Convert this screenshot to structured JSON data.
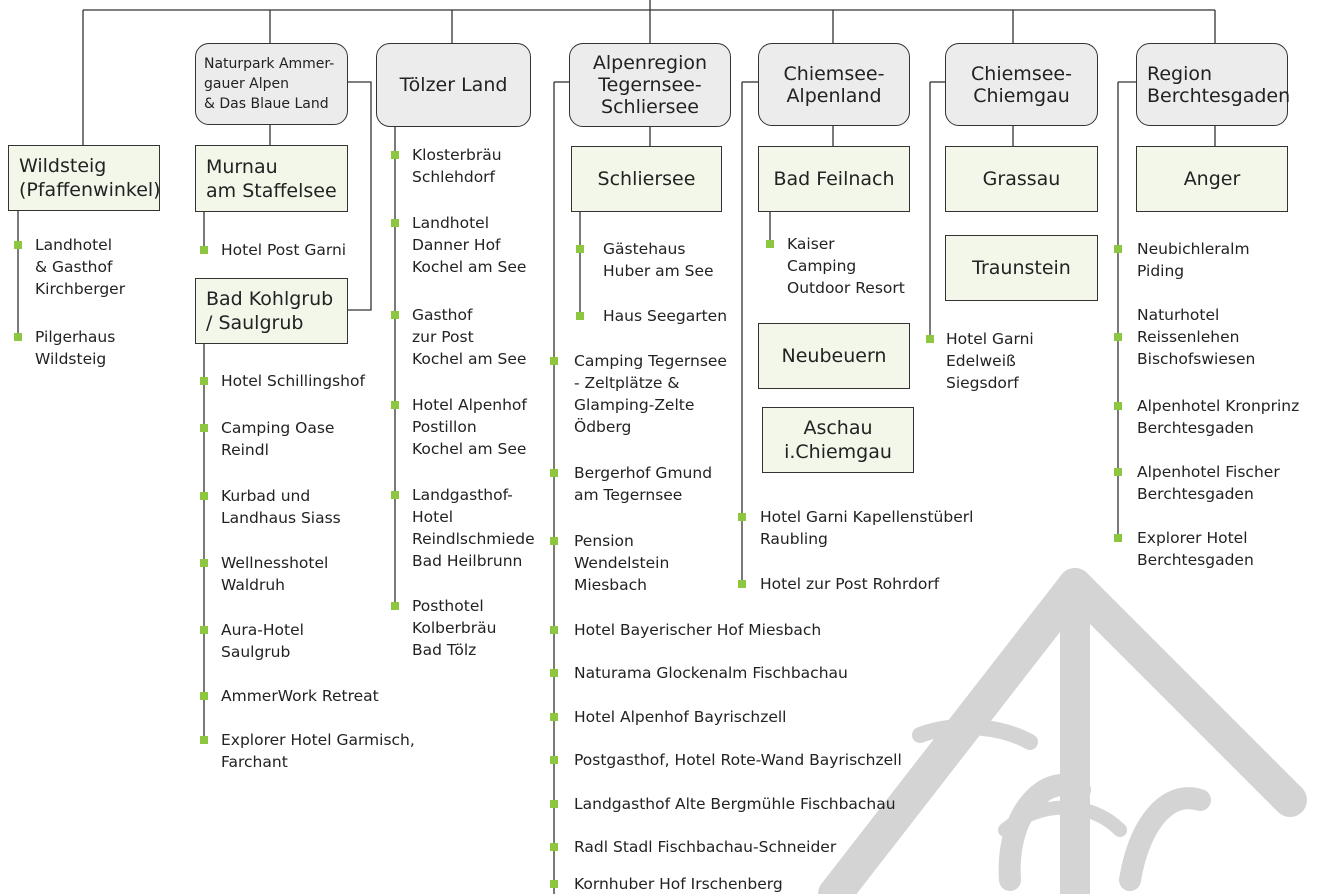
{
  "columns": [
    {
      "location": "Wildsteig\n(Pfaffenwinkel)",
      "hotels": [
        "Landhotel\n& Gasthof\nKirchberger",
        "Pilgerhaus\nWildsteig"
      ]
    },
    {
      "region": "Naturpark Ammer-\ngauer Alpen\n& Das Blaue Land",
      "locations": [
        {
          "name": "Murnau\nam Staffelsee",
          "hotels": [
            "Hotel Post Garni"
          ]
        },
        {
          "name": "Bad Kohlgrub\n/ Saulgrub",
          "hotels": [
            "Hotel Schillingshof",
            "Camping Oase\nReindl",
            "Kurbad und\nLandhaus Siass",
            "Wellnesshotel\nWaldruh",
            "Aura-Hotel\nSaulgrub",
            "AmmerWork Retreat",
            "Explorer Hotel Garmisch,\nFarchant"
          ]
        }
      ]
    },
    {
      "region": "Tölzer Land",
      "hotels": [
        "Klosterbräu\nSchlehdorf",
        "Landhotel\nDanner Hof\nKochel am See",
        "Gasthof\nzur Post\nKochel am See",
        "Hotel Alpenhof\nPostillon\nKochel am See",
        "Landgasthof-\nHotel\nReindlschmiede\nBad Heilbrunn",
        "Posthotel\nKolberbräu\nBad Tölz"
      ]
    },
    {
      "region": "Alpenregion\nTegernsee-\nSchliersee",
      "locations": [
        {
          "name": "Schliersee",
          "hotels": [
            "Gästehaus\nHuber am See",
            "Haus Seegarten"
          ]
        }
      ],
      "hotels": [
        "Camping Tegernsee\n- Zeltplätze &\nGlamping-Zelte\nÖdberg",
        "Bergerhof Gmund\nam Tegernsee",
        "Pension\nWendelstein\nMiesbach",
        "Hotel Bayerischer Hof Miesbach",
        "Naturama Glockenalm Fischbachau",
        "Hotel Alpenhof Bayrischzell",
        "Postgasthof, Hotel Rote-Wand Bayrischzell",
        "Landgasthof Alte Bergmühle Fischbachau",
        "Radl Stadl Fischbachau-Schneider",
        "Kornhuber Hof Irschenberg"
      ]
    },
    {
      "region": "Chiemsee-\nAlpenland",
      "locations": [
        {
          "name": "Bad Feilnach",
          "hotels": [
            "Kaiser\nCamping\nOutdoor Resort"
          ]
        },
        {
          "name": "Neubeuern",
          "hotels": []
        },
        {
          "name": "Aschau\ni.Chiemgau",
          "hotels": []
        }
      ],
      "hotels": [
        "Hotel Garni Kapellenstüberl\nRaubling",
        "Hotel zur Post Rohrdorf"
      ]
    },
    {
      "region": "Chiemsee-\nChiemgau",
      "locations": [
        {
          "name": "Grassau",
          "hotels": []
        },
        {
          "name": "Traunstein",
          "hotels": []
        }
      ],
      "hotels": [
        "Hotel Garni\nEdelweiß\nSiegsdorf"
      ]
    },
    {
      "region": "Region\nBerchtesgaden",
      "locations": [
        {
          "name": "Anger",
          "hotels": [
            "Neubichleralm\nPiding",
            "Naturhotel\nReissenlehen\nBischofswiesen",
            "Alpenhotel Kronprinz\nBerchtesgaden",
            "Alpenhotel Fischer\nBerchtesgaden",
            "Explorer Hotel\nBerchtesgaden"
          ]
        }
      ]
    }
  ],
  "colors": {
    "bullet": "#8dc63f",
    "header_fill": "#ececec",
    "location_fill": "#f3f7ea",
    "line": "#333333",
    "watermark": "#d4d4d4"
  }
}
